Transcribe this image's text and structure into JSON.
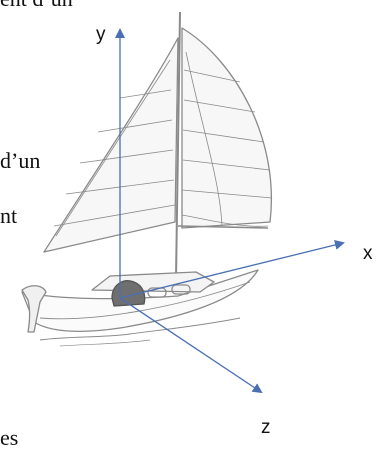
{
  "text_fragments": {
    "top": "ent d’un",
    "middle_line": "d’un",
    "lower_line": "nt",
    "bottom_line": "es"
  },
  "axes": {
    "x_label": "x",
    "y_label": "y",
    "z_label": "z"
  },
  "colors": {
    "axis": "#4a6fb3",
    "sketch": "#8a8a8a",
    "hull_patch": "#6f6f6f",
    "text": "#111111"
  }
}
